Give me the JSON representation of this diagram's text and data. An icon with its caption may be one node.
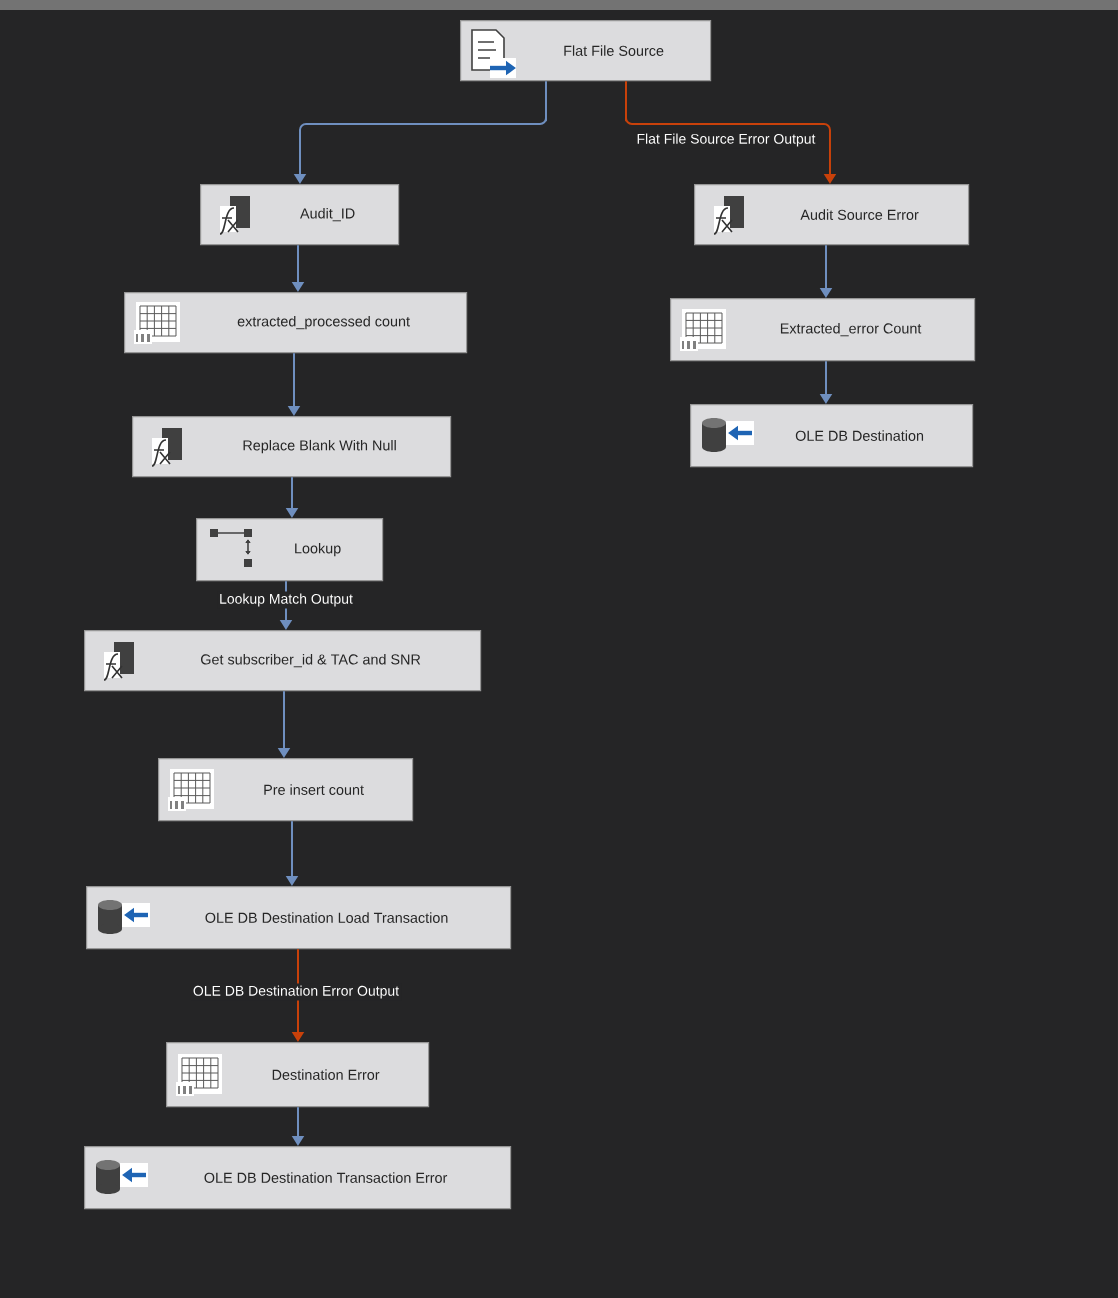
{
  "diagram": {
    "nodes": [
      {
        "text": [
          "Flat File Source"
        ]
      },
      {
        "text": [
          "Audit_ID"
        ]
      },
      {
        "text": [
          "extracted_processed count"
        ]
      },
      {
        "text": [
          "Replace Blank With Null"
        ]
      },
      {
        "text": [
          "Lookup"
        ]
      },
      {
        "text": [
          "Get subscriber_id & TAC and SNR"
        ]
      },
      {
        "text": [
          "Pre insert count"
        ]
      },
      {
        "text": [
          "OLE DB Destination Load Transaction"
        ]
      },
      {
        "text": [
          "Destination Error"
        ]
      },
      {
        "text": [
          "OLE DB Destination Transaction Error"
        ]
      },
      {
        "text": [
          "Audit Source Error"
        ]
      },
      {
        "text": [
          "Extracted_error Count"
        ]
      },
      {
        "text": [
          "OLE DB Destination"
        ]
      }
    ],
    "edges": [
      {
        "from": 0,
        "to": 1,
        "arrow": "to"
      },
      {
        "from": 0,
        "to": 10,
        "arrow": "to",
        "label": "Flat File Source Error Output",
        "color": "#c8410a"
      },
      {
        "from": 1,
        "to": 2,
        "arrow": "to"
      },
      {
        "from": 2,
        "to": 3,
        "arrow": "to"
      },
      {
        "from": 3,
        "to": 4,
        "arrow": "to"
      },
      {
        "from": 4,
        "to": 5,
        "arrow": "to",
        "label": "Lookup Match Output"
      },
      {
        "from": 5,
        "to": 6,
        "arrow": "to"
      },
      {
        "from": 6,
        "to": 7,
        "arrow": "to"
      },
      {
        "from": 7,
        "to": 8,
        "arrow": "to",
        "label": "OLE DB Destination Error Output",
        "color": "#c8410a"
      },
      {
        "from": 8,
        "to": 9,
        "arrow": "to"
      },
      {
        "from": 10,
        "to": 11,
        "arrow": "to"
      },
      {
        "from": 11,
        "to": 12,
        "arrow": "to"
      }
    ]
  }
}
